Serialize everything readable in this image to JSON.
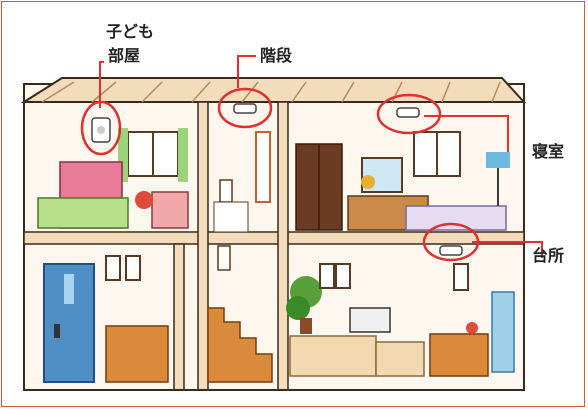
{
  "labels": {
    "kids_room_line1": "子ども",
    "kids_room_line2": "部屋",
    "stairs": "階段",
    "bedroom": "寝室",
    "kitchen": "台所"
  },
  "colors": {
    "frame": "#d8573f",
    "callout": "#e03030",
    "house_outline": "#3a2a1a",
    "roof_beam": "#e8c9a0",
    "door": "#4f8fc6",
    "wardrobe": "#6b3b24",
    "cabinet": "#d98a3a"
  },
  "icons": [
    "smoke-detector-icon"
  ]
}
